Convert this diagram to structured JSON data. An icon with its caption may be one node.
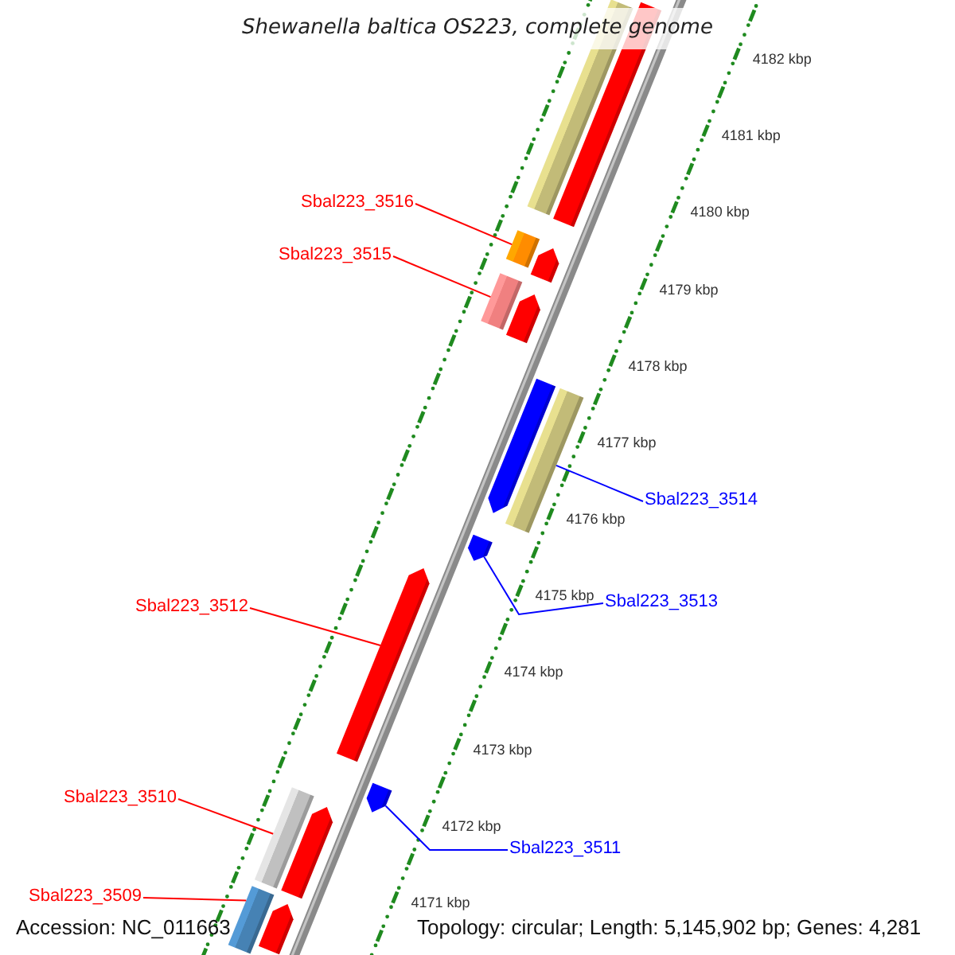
{
  "diagram": {
    "title": "Shewanella baltica OS223, complete genome",
    "nodes": [
      {
        "text": [
          "Sbal223_3516"
        ]
      },
      {
        "text": [
          "Sbal223_3515"
        ]
      },
      {
        "text": [
          "Sbal223_3514"
        ]
      },
      {
        "text": [
          "Sbal223_3513"
        ]
      },
      {
        "text": [
          "Sbal223_3512"
        ]
      },
      {
        "text": [
          "Sbal223_3510"
        ]
      },
      {
        "text": [
          "Sbal223_3511"
        ]
      },
      {
        "text": [
          "Sbal223_3509"
        ]
      },
      {
        "text": [],
        "shape": "bar"
      },
      {
        "text": [],
        "shape": "bar"
      },
      {
        "text": [],
        "shape": "bar"
      },
      {
        "text": [],
        "shape": "pentagon"
      },
      {
        "text": [],
        "shape": "bar"
      },
      {
        "text": [],
        "shape": "pentagon"
      },
      {
        "text": [],
        "shape": "pentagon"
      },
      {
        "text": [],
        "shape": "bar"
      },
      {
        "text": [],
        "shape": "pentagon"
      },
      {
        "text": [],
        "shape": "pentagon"
      },
      {
        "text": [],
        "shape": "pentagon"
      },
      {
        "text": [],
        "shape": "bar"
      },
      {
        "text": [],
        "shape": "pentagon"
      },
      {
        "text": [],
        "shape": "bar"
      },
      {
        "text": [],
        "shape": "pentagon"
      }
    ],
    "edges": [
      {
        "from": 0,
        "to": 10,
        "arrow": "none"
      },
      {
        "from": 1,
        "to": 12,
        "arrow": "none"
      },
      {
        "from": 2,
        "to": 15,
        "arrow": "none",
        "color": "#0000ff"
      },
      {
        "from": 3,
        "to": 16,
        "arrow": "none",
        "color": "#0000ff"
      },
      {
        "from": 4,
        "to": 17,
        "arrow": "none"
      },
      {
        "from": 5,
        "to": 19,
        "arrow": "none"
      },
      {
        "from": 6,
        "to": 18,
        "arrow": "none",
        "color": "#0000ff"
      },
      {
        "from": 7,
        "to": 21,
        "arrow": "none"
      }
    ],
    "labels": [
      "4182 kbp",
      "4181 kbp",
      "4180 kbp",
      "4179 kbp",
      "4178 kbp",
      "4177 kbp",
      "4176 kbp",
      "4175 kbp",
      "4174 kbp",
      "4173 kbp",
      "4172 kbp",
      "4171 kbp",
      "Accession: NC_011663",
      "Topology: circular; Length: 5,145,902 bp; Genes: 4,281"
    ]
  }
}
